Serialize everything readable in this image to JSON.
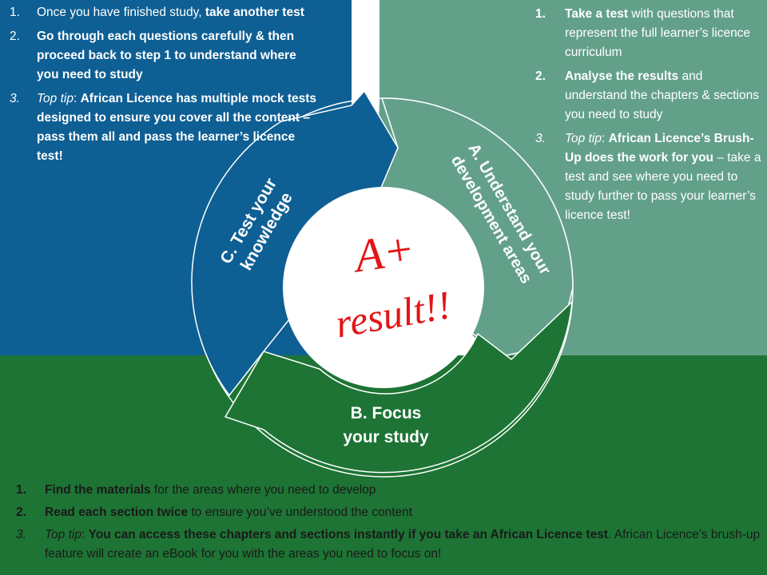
{
  "colors": {
    "blue": "#0e5f94",
    "teal": "#63a08a",
    "green": "#1d7434",
    "center_text": "#e31414"
  },
  "center": {
    "line1": "A+",
    "line2": "result!!"
  },
  "stages": {
    "a": {
      "label_line1": "A. Understand your",
      "label_line2": "development areas"
    },
    "b": {
      "label_line1": "B. Focus",
      "label_line2": "your study"
    },
    "c": {
      "label_line1": "C. Test your",
      "label_line2": "knowledge"
    }
  },
  "panel_c": {
    "items": [
      {
        "num": "1.",
        "parts": [
          {
            "text": "Once you have finished study, ",
            "style": ""
          },
          {
            "text": "take another test",
            "style": "b"
          }
        ]
      },
      {
        "num": "2.",
        "parts": [
          {
            "text": "Go through each questions carefully & then proceed back to step 1 to understand where you need to study",
            "style": "b"
          }
        ]
      },
      {
        "num": "3.",
        "num_style": "i",
        "parts": [
          {
            "text": "Top tip",
            "style": "i"
          },
          {
            "text": ": ",
            "style": ""
          },
          {
            "text": "African Licence has multiple mock tests designed to ensure  you cover all the content –  pass them all and pass the learner’s licence test!",
            "style": "b"
          }
        ]
      }
    ]
  },
  "panel_a": {
    "items": [
      {
        "num": "1.",
        "num_style": "b",
        "parts": [
          {
            "text": "Take a test",
            "style": "b"
          },
          {
            "text": " with questions that represent  the full learner’s licence curriculum",
            "style": ""
          }
        ]
      },
      {
        "num": "2.",
        "num_style": "b",
        "parts": [
          {
            "text": "Analyse the results",
            "style": "b"
          },
          {
            "text": " and understand the chapters & sections you need  to study",
            "style": ""
          }
        ]
      },
      {
        "num": "3.",
        "num_style": "i",
        "parts": [
          {
            "text": "Top tip",
            "style": "i"
          },
          {
            "text": ": ",
            "style": ""
          },
          {
            "text": "African Licence’s Brush-Up does the work for you",
            "style": "b"
          },
          {
            "text": " – take a test and see where you need to  study further  to pass your  learner’s  licence test!",
            "style": ""
          }
        ]
      }
    ]
  },
  "panel_b": {
    "items": [
      {
        "num": "1.",
        "num_style": "b",
        "parts": [
          {
            "text": "Find the materials",
            "style": "b"
          },
          {
            "text": " for the areas where you need to develop",
            "style": ""
          }
        ]
      },
      {
        "num": "2.",
        "num_style": "b",
        "parts": [
          {
            "text": "Read each section twice",
            "style": "b"
          },
          {
            "text": " to ensure you’ve understood the content",
            "style": ""
          }
        ]
      },
      {
        "num": "3.",
        "num_style": "i",
        "parts": [
          {
            "text": "Top tip",
            "style": "i"
          },
          {
            "text": ":  ",
            "style": ""
          },
          {
            "text": "You can access these chapters and sections instantly if you take an African Licence test",
            "style": "b"
          },
          {
            "text": ". African Licence’s brush-up feature will create an eBook for you with the areas you need to focus on!",
            "style": ""
          }
        ]
      }
    ]
  }
}
